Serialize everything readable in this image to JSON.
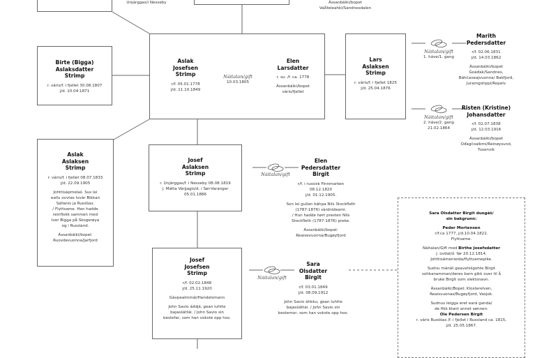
{
  "top": {
    "left_text": "Unjárggas/i Nesseby",
    "right_line1": "Ássanbáiki/bopet",
    "right_line2": "Važ̌želeahki/Sandnesdalen"
  },
  "marriage_label": "Náitalan/gift",
  "birte": {
    "name": [
      "Birte (Bigga)",
      "Aslaksdatter",
      "Strimp"
    ],
    "born": "r. váris/f. i fjellet 30.08.1807",
    "died": "j/d. 10.04.1871"
  },
  "aslak": {
    "name": [
      "Aslak",
      "Josefsen",
      "Strimp"
    ],
    "born": "r/f. 05.01.1778",
    "died": "j/d. 11.10.1849",
    "marriage_date": "10.03.1805"
  },
  "elen_l": {
    "name": [
      "Elen",
      "Larsdatter"
    ],
    "born": "r. su. /f. ca. 1778",
    "residence": [
      "Ássanbáiki/bopet",
      "váris/fjellet"
    ]
  },
  "lars": {
    "name": [
      "Lars",
      "Aslaksen",
      "Strimp"
    ],
    "born": "r. váris/f. i fjellet 1825",
    "died": "j/d. 25.04.1876"
  },
  "marith": {
    "marriage": "1. háve/1. gang",
    "name": [
      "Marith",
      "Pedersdatter"
    ],
    "born": "r/f. 02.06.1831",
    "died": "j/d. 14.03.1862",
    "residence": [
      "Ássanbáiki/bopet",
      "Goáđak/Sandnes,",
      "Báhčaveajvuonna/ Bakfjord,",
      "Juramgohppi/Ropelv"
    ]
  },
  "risten": {
    "marriage": "2. háve/2. gang",
    "marriage_date": "21.02.1864",
    "name": [
      "Risten (Kristine)",
      "Johansdatter"
    ],
    "born": "r/f. 02.07.1838",
    "died": "j/d. 12.03.1916",
    "residence": [
      "Ássanbáiki/bopet",
      "Oďagčoalbmi/Reinøysund,",
      "Tusenvik"
    ]
  },
  "aslak_a": {
    "name": [
      "Aslak",
      "Aslaksen",
      "Strimp"
    ],
    "born": "r. váris/f. i fjellet 08.07.1833",
    "died": "j/d. 22.09.1905",
    "note": [
      "Johttisápmelaš. Sus lei",
      "eallu ovvtas Ivvár Bikkan",
      "Sállanis ja Ruoššas.",
      "/ Flyttsame. Han hadde",
      "reinflokk sammen med",
      "Iver Bigga på Skogerøya",
      "og i Russland."
    ],
    "residence": [
      "Ássanbáiki/bopel:",
      "Ruovdevuonna/Jarfjord"
    ]
  },
  "josef_a": {
    "name": [
      "Josef",
      "Aslaksen",
      "Strimp"
    ],
    "born": "r. Unjárggas/f. i Nesseby 08.08.1819",
    "died": "j. Mátta Várjjagis/d. i Sør-Varanger",
    "died_date": "05.01.1886"
  },
  "elen_p": {
    "name": [
      "Elen",
      "Pedersdatter",
      "Birgit"
    ],
    "born": "r/f. i russisk Finnmarken",
    "born_date": "08.12.1820",
    "died": "j/d. 01.12.1905.",
    "note": [
      "Son lei gullan báhpa Nils Stockfleth",
      "(1787-1876) sárdnideami.",
      "/ Hun hadde hørt presten Nils",
      "Stockfleth (1787-1876) preke."
    ],
    "residence": [
      "Ássanbáiki/bopel:",
      "Reaisevuonna/Bugøyfjord"
    ]
  },
  "josef_j": {
    "name": [
      "Josef",
      "Josefsen",
      "Strimp"
    ],
    "born": "r/f. 02.02.1848",
    "died": "j/d. 25.11.1920",
    "occupation": "Gávpealmmái/Handelsmann",
    "note": [
      "John Savio áddjá, gean luhtte",
      "bajasšáttái. / John Savio sin",
      "bestefar, som han vokste opp hos."
    ]
  },
  "sara": {
    "name": [
      "Sara",
      "Olsdatter",
      "Birgit"
    ],
    "born": "r/f. 03.01.1849",
    "died": "j/d. 08.09.1912",
    "note": [
      "John Savio áhkku, gean luhtte",
      "bajasšáttái. / John Savio sin",
      "bestemor, som han vokste opp hos."
    ]
  },
  "background": {
    "title": [
      "Sara Olsdatter Birgit duogáš/",
      "sin bakgrunn:"
    ],
    "p1_name": "Peder Mortensen",
    "p1": [
      "r/f.ca 1777, j/d.10.04.1822.",
      "Flyttsame."
    ],
    "p2_pre": "Náitalan/Gift med ",
    "p2_name": "Birthe Josefsdatter",
    "p2": [
      "j. ovdal/d. før 20.12.1814.",
      "Johttisámenieida/flyttsamepike."
    ],
    "p3": [
      "Sudnu mánát geavahišgohte Birgit",
      "sohkanamman/deres barn gikk over til å",
      "bruke Birgit som slektsnavn."
    ],
    "p4": [
      "Ássanbáiki/Bopel: Klosterelven,",
      "Reaisvuonas/Bugøyfjord, Vasjok."
    ],
    "p5": [
      "Sudnus leigga eret eará ganda/",
      "de fikk blant annet sønnen:"
    ],
    "p5_name": "Ole Pedersen Birgit",
    "p6": [
      "r. váris Ruoššas /f. i fjellet i Russland ca. 1815,",
      "j/d. 25.05.1867."
    ]
  }
}
